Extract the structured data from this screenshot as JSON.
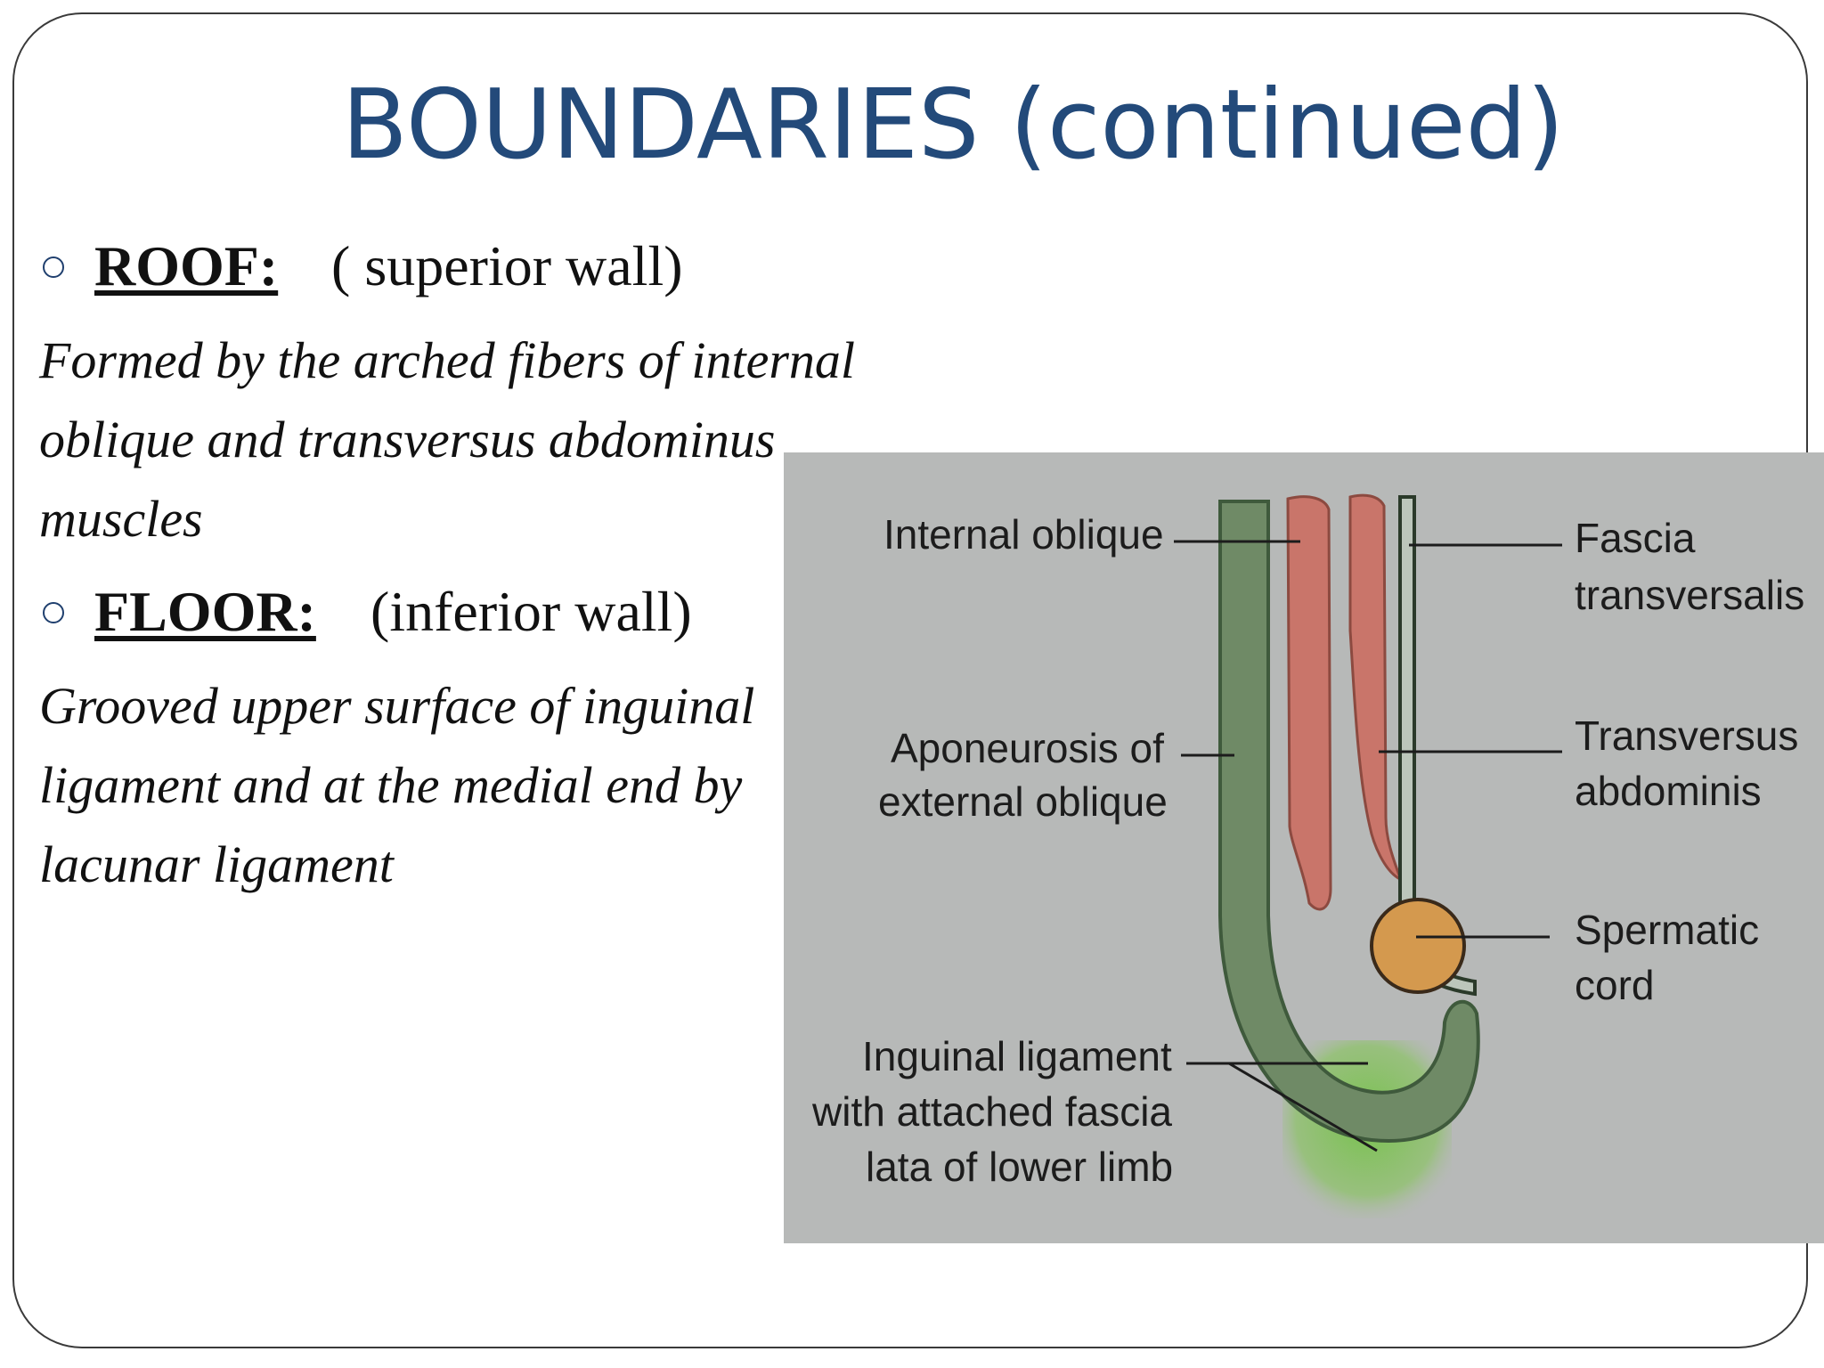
{
  "title": "BOUNDARIES (continued)",
  "roof": {
    "key": "ROOF:",
    "rest": "( superior wall)",
    "description_lines": [
      "Formed by the arched fibers of internal",
      "oblique and transversus abdominus",
      "muscles"
    ]
  },
  "floor": {
    "key": "FLOOR:",
    "rest": "(inferior wall)",
    "description_lines": [
      "Grooved upper surface of inguinal",
      "ligament and at the medial end by",
      "lacunar ligament"
    ]
  },
  "diagram": {
    "labels": {
      "internal_oblique": "Internal oblique",
      "aponeurosis_line1": "Aponeurosis of",
      "aponeurosis_line2": "external oblique",
      "inguinal_line1": "Inguinal ligament",
      "inguinal_line2": "with attached fascia",
      "inguinal_line3": "lata of lower limb",
      "fascia_line1": "Fascia",
      "fascia_line2": "transversalis",
      "transversus_line1": "Transversus",
      "transversus_line2": "abdominis",
      "spermatic_line1": "Spermatic",
      "spermatic_line2": "cord"
    },
    "colors": {
      "background": "#b7b9b8",
      "muscle": "#c9756a",
      "aponeurosis": "#6f8a66",
      "cord": "#d4994e",
      "fascia_lata": "#6bc23a"
    }
  }
}
